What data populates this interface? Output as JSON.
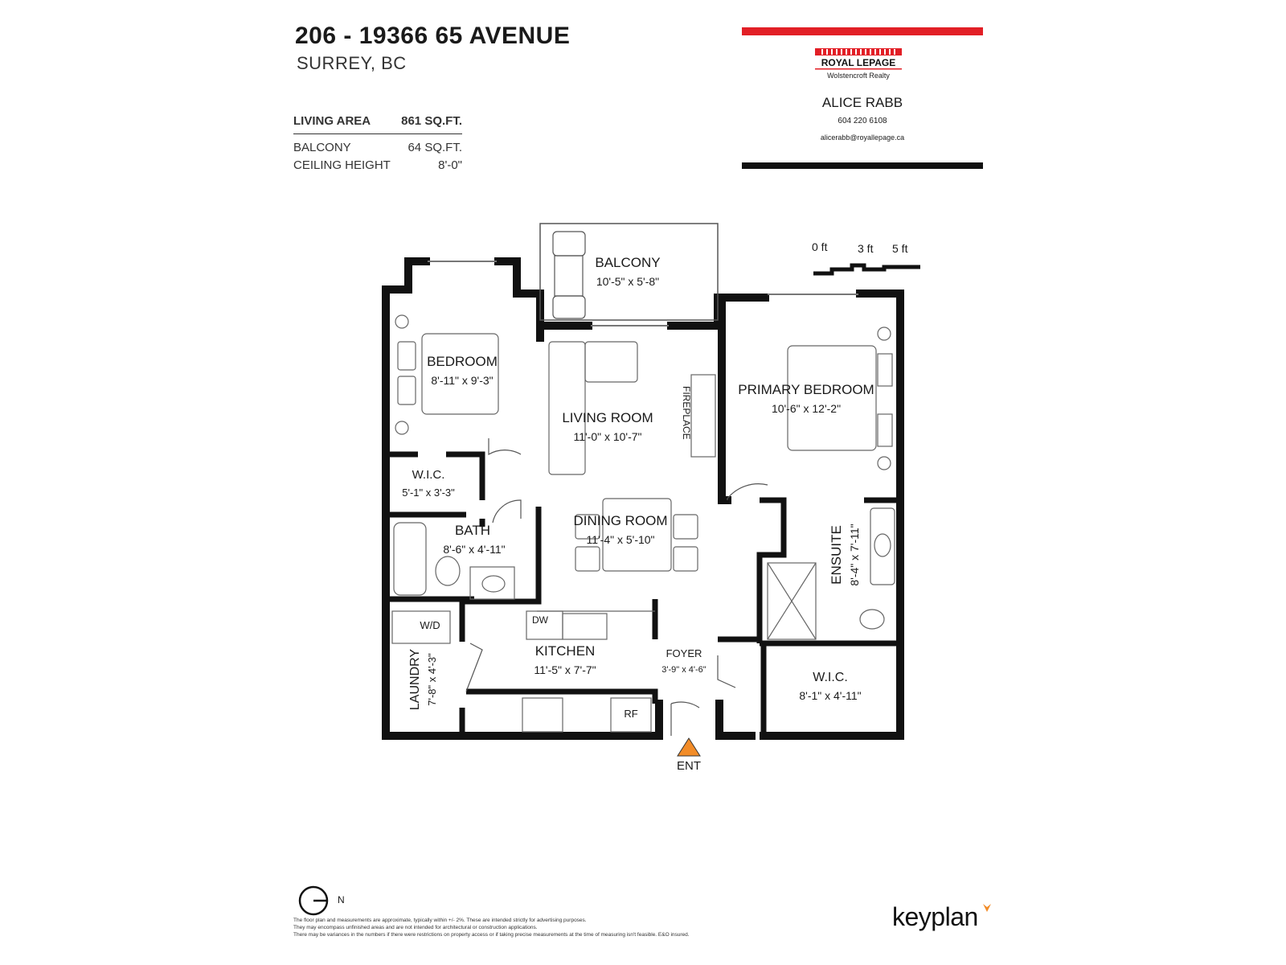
{
  "header": {
    "title": "206 - 19366 65 AVENUE",
    "subtitle": "SURREY, BC"
  },
  "stats": [
    {
      "label": "LIVING AREA",
      "value": "861 SQ.FT."
    },
    {
      "label": "BALCONY",
      "value": "64 SQ.FT."
    },
    {
      "label": "CEILING HEIGHT",
      "value": "8'-0\""
    }
  ],
  "agent": {
    "brand_line1": "ROYAL LEPAGE",
    "brand_line2": "Wolstencroft Realty",
    "name": "ALICE RABB",
    "phone": "604 220 6108",
    "email": "alicerabb@royallepage.ca",
    "accent_color": "#e21f26"
  },
  "scale": {
    "labels": [
      "0 ft",
      "3 ft",
      "5 ft"
    ]
  },
  "rooms": {
    "balcony": {
      "name": "BALCONY",
      "dims": "10'-5\"  x  5'-8\""
    },
    "bedroom": {
      "name": "BEDROOM",
      "dims": "8'-11\"  x  9'-3\""
    },
    "living": {
      "name": "LIVING ROOM",
      "dims": "11'-0\"  x  10'-7\""
    },
    "primary": {
      "name": "PRIMARY BEDROOM",
      "dims": "10'-6\"  x  12'-2\""
    },
    "wic1": {
      "name": "W.I.C.",
      "dims": "5'-1\" x 3'-3\""
    },
    "bath": {
      "name": "BATH",
      "dims": "8'-6\"  x  4'-11\""
    },
    "dining": {
      "name": "DINING ROOM",
      "dims": "11'-4\"  x  5'-10\""
    },
    "ensuite": {
      "name": "ENSUITE",
      "dims": "8'-4\"  x  7'-11\""
    },
    "kitchen": {
      "name": "KITCHEN",
      "dims": "11'-5\"  x  7'-7\""
    },
    "foyer": {
      "name": "FOYER",
      "dims": "3'-9\" x 4'-6\""
    },
    "laundry": {
      "name": "LAUNDRY",
      "dims": "7'-8\" x 4'-3\""
    },
    "wic2": {
      "name": "W.I.C.",
      "dims": "8'-1\"  x  4'-11\""
    }
  },
  "fixtures": {
    "fireplace": "FIREPLACE",
    "dw": "DW",
    "wd": "W/D",
    "rf": "RF",
    "entry": "ENT"
  },
  "compass": {
    "label": "N"
  },
  "disclaimer": [
    "The floor plan and measurements are approximate, typically within +/- 2%. These are intended strictly for advertising purposes.",
    "They may encompass unfinished areas and are not intended for architectural or construction applications.",
    "There may be variances in the numbers if there were restrictions on property access or if taking precise measurements at the time of measuring isn't feasible. E&O insured."
  ],
  "footer": {
    "brand": "keyplan",
    "brand_color": "#f28c28"
  },
  "entry_color": "#f28c28"
}
